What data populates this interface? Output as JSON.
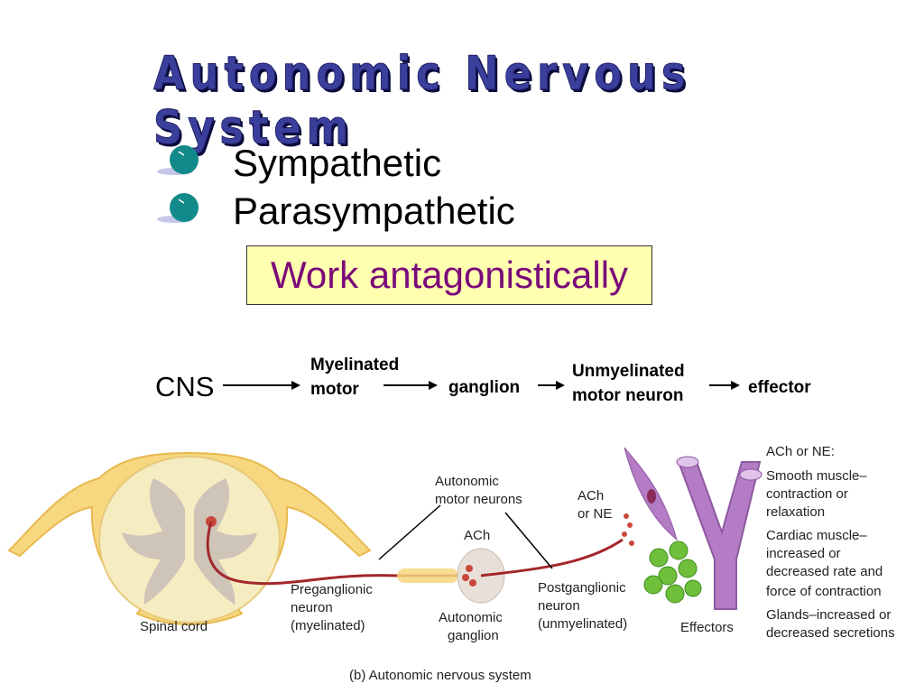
{
  "title": "Autonomic Nervous System",
  "bullets": [
    "Sympathetic",
    "Parasympathetic"
  ],
  "highlight": "Work antagonistically",
  "flow": {
    "cns": "CNS",
    "step1_line1": "Myelinated",
    "step1_line2": "motor",
    "step2": "ganglion",
    "step3_line1": "Unmyelinated",
    "step3_line2": "motor neuron",
    "step4": "effector"
  },
  "figure": {
    "spinal_cord": "Spinal cord",
    "autonomic_motor_neurons_1": "Autonomic",
    "autonomic_motor_neurons_2": "motor neurons",
    "ach": "ACh",
    "ach_ne_1": "ACh",
    "ach_ne_2": "or NE",
    "preganglionic_1": "Preganglionic",
    "preganglionic_2": "neuron",
    "preganglionic_3": "(myelinated)",
    "ganglion_1": "Autonomic",
    "ganglion_2": "ganglion",
    "postganglionic_1": "Postganglionic",
    "postganglionic_2": "neuron",
    "postganglionic_3": "(unmyelinated)",
    "effectors": "Effectors",
    "effects": [
      "ACh or NE:",
      "Smooth muscle–",
      "contraction or",
      "relaxation",
      "Cardiac muscle–",
      "increased or",
      "decreased rate and",
      "force of contraction",
      "Glands–increased or",
      "decreased secretions"
    ],
    "caption": "(b) Autonomic nervous system"
  },
  "colors": {
    "title": "#3b3f9c",
    "highlight_bg": "#ffffb0",
    "highlight_text": "#7a0a7a",
    "bullet": "#138a8a",
    "nerve": "#a3272b",
    "cord_outer": "#f7d780",
    "cord_inner": "#f6ecc2",
    "gray_matter": "#cfc4b8",
    "muscle": "#b37cc4",
    "gland": "#6fbf3b"
  }
}
